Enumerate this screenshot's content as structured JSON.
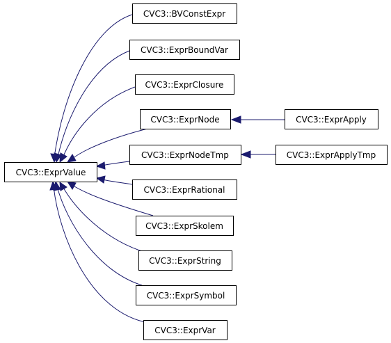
{
  "nodes": {
    "expr_value": "CVC3::ExprValue",
    "bv_const_expr": "CVC3::BVConstExpr",
    "expr_bound_var": "CVC3::ExprBoundVar",
    "expr_closure": "CVC3::ExprClosure",
    "expr_node": "CVC3::ExprNode",
    "expr_node_tmp": "CVC3::ExprNodeTmp",
    "expr_rational": "CVC3::ExprRational",
    "expr_skolem": "CVC3::ExprSkolem",
    "expr_string": "CVC3::ExprString",
    "expr_symbol": "CVC3::ExprSymbol",
    "expr_var": "CVC3::ExprVar",
    "expr_apply": "CVC3::ExprApply",
    "expr_apply_tmp": "CVC3::ExprApplyTmp"
  },
  "colors": {
    "edge": "#1b1b6e",
    "box_border": "#000000",
    "background": "#ffffff"
  }
}
